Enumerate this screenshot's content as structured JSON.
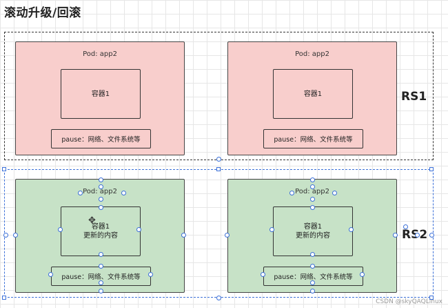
{
  "title": "滚动升级/回滚",
  "rs1": {
    "label": "RS1",
    "pods": [
      {
        "title": "Pod: app2",
        "container": "容器1",
        "pause": "pause：网络、文件系统等"
      },
      {
        "title": "Pod: app2",
        "container": "容器1",
        "pause": "pause：网络、文件系统等"
      }
    ]
  },
  "rs2": {
    "label": "RS2",
    "pods": [
      {
        "title": "Pod: app2",
        "container_line1": "容器1",
        "container_line2": "更新的内容",
        "pause": "pause：网络、文件系统等"
      },
      {
        "title": "Pod: app2",
        "container_line1": "容器1",
        "container_line2": "更新的内容",
        "pause": "pause：网络、文件系统等"
      }
    ]
  },
  "watermark": "CSDN @skyQAQLinux",
  "colors": {
    "rs1_pod_fill": "#f8cecc",
    "rs2_pod_fill": "#c7e2c7",
    "selection": "#3a6fd8"
  }
}
